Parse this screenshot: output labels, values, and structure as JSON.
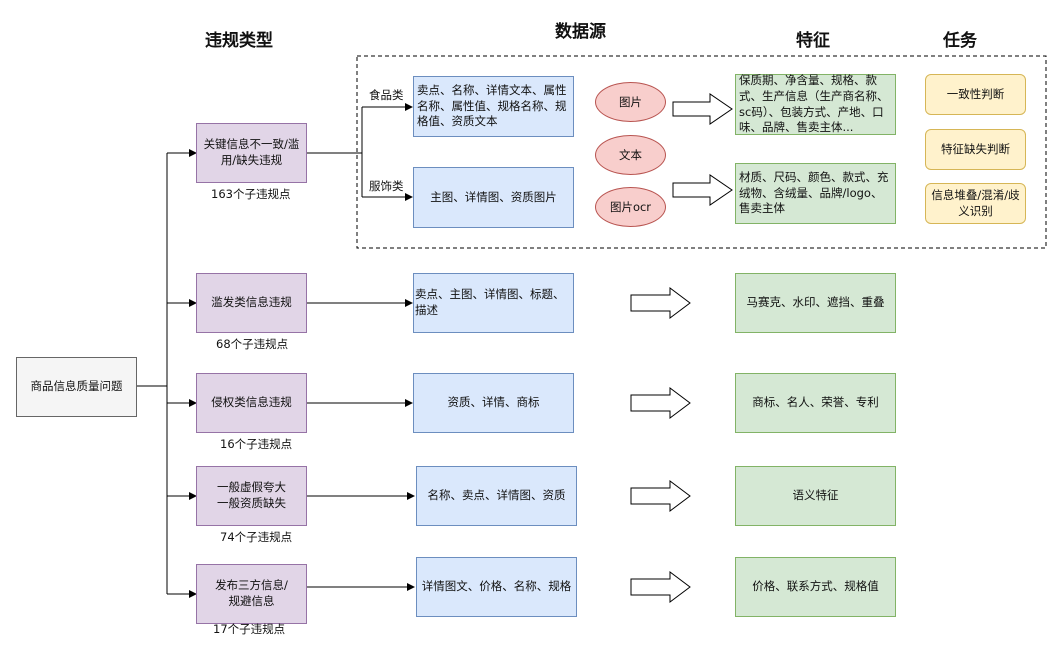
{
  "headers": {
    "violation_type": "违规类型",
    "data_source": "数据源",
    "feature": "特征",
    "task": "任务"
  },
  "root": {
    "label": "商品信息质量问题"
  },
  "violations": [
    {
      "label": "关键信息不一致/滥用/缺失违规",
      "count": "163个子违规点"
    },
    {
      "label": "滥发类信息违规",
      "count": "68个子违规点"
    },
    {
      "label": "侵权类信息违规",
      "count": "16个子违规点"
    },
    {
      "label": "一般虚假夸大\n一般资质缺失",
      "count": "74个子违规点"
    },
    {
      "label": "发布三方信息/规避信息",
      "count": "17个子违规点"
    }
  ],
  "categories": {
    "food": "食品类",
    "apparel": "服饰类"
  },
  "sources": {
    "food": "卖点、名称、详情文本、属性名称、属性值、规格名称、规格值、资质文本",
    "apparel": "主图、详情图、资质图片",
    "spam": "卖点、主图、详情图、标题、描述",
    "infringement": "资质、详情、商标",
    "false_claims": "名称、卖点、详情图、资质",
    "third_party": "详情图文、价格、名称、规格"
  },
  "modalities": [
    "图片",
    "文本",
    "图片ocr"
  ],
  "features": {
    "food": "保质期、净含量、规格、款式、生产信息（生产商名称、sc码）、包装方式、产地、口味、品牌、售卖主体...",
    "apparel": "材质、尺码、颜色、款式、充绒物、含绒量、品牌/logo、售卖主体",
    "spam": "马赛克、水印、遮挡、重叠",
    "infringement": "商标、名人、荣誉、专利",
    "false_claims": "语义特征",
    "third_party": "价格、联系方式、规格值"
  },
  "tasks": [
    "一致性判断",
    "特征缺失判断",
    "信息堆叠/混淆/歧义识别"
  ]
}
